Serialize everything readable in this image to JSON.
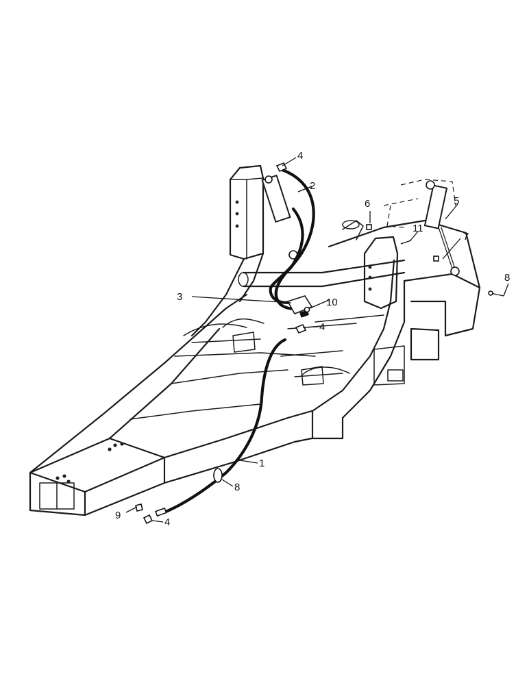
{
  "callouts": [
    {
      "id": "c1",
      "label": "1"
    },
    {
      "id": "c2",
      "label": "2"
    },
    {
      "id": "c3",
      "label": "3"
    },
    {
      "id": "c4a",
      "label": "4"
    },
    {
      "id": "c4b",
      "label": "4"
    },
    {
      "id": "c4c",
      "label": "4"
    },
    {
      "id": "c5",
      "label": "5"
    },
    {
      "id": "c6",
      "label": "6"
    },
    {
      "id": "c7",
      "label": "7"
    },
    {
      "id": "c8a",
      "label": "8"
    },
    {
      "id": "c8b",
      "label": "8"
    },
    {
      "id": "c9",
      "label": "9"
    },
    {
      "id": "c10",
      "label": "10"
    },
    {
      "id": "c11",
      "label": "11"
    }
  ]
}
